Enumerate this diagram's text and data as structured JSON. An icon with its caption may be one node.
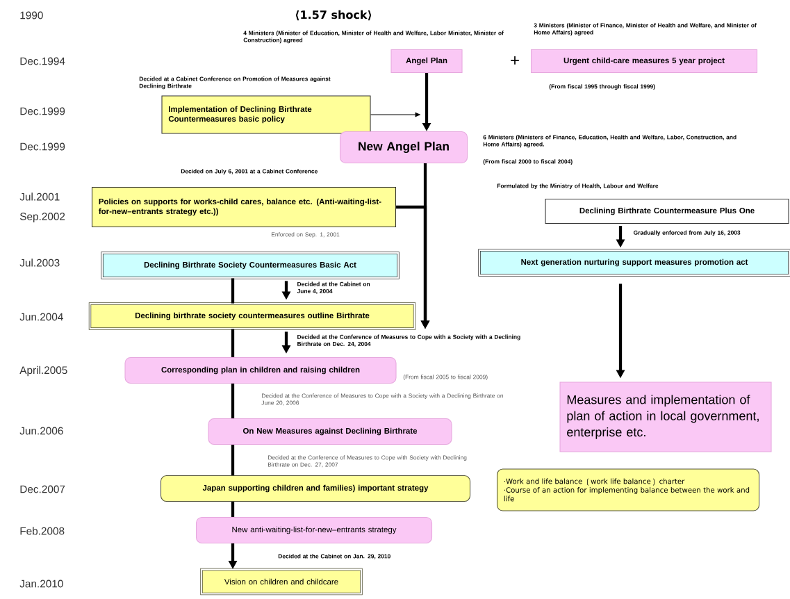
{
  "diagram": {
    "nodes": [
      {
        "text": [
          "Angel Plan"
        ],
        "beside": [
          "4 Ministers (Minister of Education, Minister of Health and Welfare, Labor Minister, Minister of Construction) agreed"
        ]
      },
      {
        "text": [
          "Urgent child-care measures 5 year project"
        ],
        "beside": [
          "3 Ministers (Minister of Finance, Minister of Health and Welfare, and Minister of Home Affairs) agreed",
          "(From fiscal 1995 through fiscal 1999)"
        ]
      },
      {
        "text": [
          "Implementation of Declining Birthrate Countermeasures basic policy"
        ],
        "beside": [
          "Decided at a Cabinet Conference on Promotion of Measures against Declining Birthrate"
        ]
      },
      {
        "text": [
          "New Angel Plan"
        ],
        "beside": [
          "6 Ministers (Ministers of Finance, Education, Health and Welfare, Labor, Construction, and Home Affairs) agreed.",
          "(From fiscal 2000 to fiscal 2004)"
        ]
      },
      {
        "text": [
          "Policies on supports for works-child cares, balance etc. (Anti-waiting-list-for-new–entrants strategy etc.))"
        ],
        "beside": [
          "Decided on July 6, 2001 at a Cabinet Conference",
          "Enforced on Sep. 1, 2001"
        ]
      },
      {
        "text": [
          "Declining Birthrate Countermeasure Plus One"
        ],
        "beside": [
          "Formulated by the Ministry of Health, Labour and Welfare"
        ]
      },
      {
        "text": [
          "Declining Birthrate Society Countermeasures Basic Act"
        ]
      },
      {
        "text": [
          "Next generation nurturing support measures promotion act"
        ]
      },
      {
        "text": [
          "Declining birthrate society countermeasures outline Birthrate"
        ]
      },
      {
        "text": [
          "Corresponding plan in children and raising children"
        ],
        "beside": [
          "(From fiscal 2005 to fiscal 2009)"
        ]
      },
      {
        "text": [
          "Measures and implementation of plan of action in local government, enterprise etc."
        ]
      },
      {
        "text": [
          "On New Measures against Declining Birthrate"
        ],
        "beside": [
          "Decided at the Conference of Measures to Cope with a Society with a Declining Birthrate on June 20, 2006"
        ]
      },
      {
        "text": [
          "Japan supporting children and families) important strategy"
        ],
        "beside": [
          "Decided at the Conference of Measures to Cope with Society with Declining Birthrate on Dec. 27, 2007"
        ]
      },
      {
        "text": [
          "·Work and life balance ❲work life balance❳ charter",
          "·Course of an action for implementing balance between the work and life"
        ]
      },
      {
        "text": [
          "New anti-waiting-list-for-new–entrants strategy"
        ]
      },
      {
        "text": [
          "Vision on children and childcare"
        ],
        "beside": [
          "Decided at the Cabinet on Jan. 29, 2010"
        ]
      }
    ],
    "edges": [
      {
        "from": 0,
        "to": 3,
        "arrow": "to"
      },
      {
        "from": 2,
        "to": 3,
        "arrow": "to"
      },
      {
        "from": 3,
        "to": 8,
        "arrow": "to"
      },
      {
        "from": 4,
        "to": 8,
        "arrow": "to"
      },
      {
        "from": 6,
        "to": 8,
        "arrow": "none"
      },
      {
        "from": 6,
        "to": 8,
        "arrow": "to",
        "label": "Decided at the Cabinet on June 4, 2004"
      },
      {
        "from": 8,
        "to": 9,
        "arrow": "none"
      },
      {
        "from": 8,
        "to": 9,
        "arrow": "to",
        "label": "Decided at the Conference of Measures to Cope with a Society with a Declining Birthrate on Dec. 24, 2004"
      },
      {
        "from": 9,
        "to": 11,
        "arrow": "none"
      },
      {
        "from": 11,
        "to": 12,
        "arrow": "none"
      },
      {
        "from": 12,
        "to": 14,
        "arrow": "none"
      },
      {
        "from": 14,
        "to": 15,
        "arrow": "to"
      },
      {
        "from": 5,
        "to": 7,
        "arrow": "to",
        "label": "Gradually enforced from July 16, 2003"
      },
      {
        "from": 7,
        "to": 10,
        "arrow": "to"
      }
    ],
    "labels": [
      "⟨1.57 shock⟩",
      "+",
      "1990",
      "Dec.1994",
      "Dec.1999",
      "Dec.1999",
      "Jul.2001",
      "Sep.2002",
      "Jul.2003",
      "Jun.2004",
      "April.2005",
      "Jun.2006",
      "Dec.2007",
      "Feb.2008",
      "Jan.2010"
    ]
  }
}
